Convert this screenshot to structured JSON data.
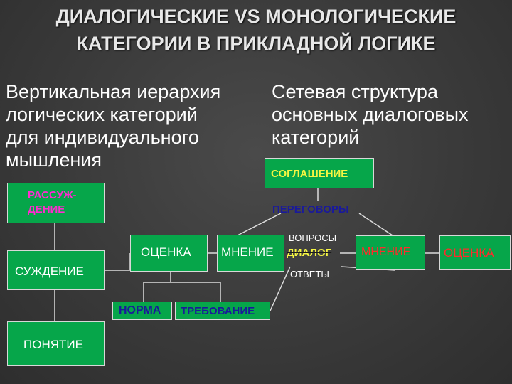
{
  "title": {
    "line1": "ДИАЛОГИЧЕСКИЕ VS МОНОЛОГИЧЕСКИЕ",
    "line2": "КАТЕГОРИИ В ПРИКЛАДНОЙ ЛОГИКЕ"
  },
  "left_heading": "Вертикальная иерархия\nлогических категорий\nдля индивидуального\nмышления",
  "right_heading": "Сетевая структура\nосновных диалоговых\nкатегорий",
  "left_tree": {
    "reasoning": "РАССУЖ-\nДЕНИЕ",
    "judgment": "СУЖДЕНИЕ",
    "concept": "ПОНЯТИЕ",
    "evaluation": "ОЦЕНКА",
    "opinion": "МНЕНИЕ",
    "norm": "НОРМА",
    "demand": "ТРЕБОВАНИЕ"
  },
  "network": {
    "agreement": "СОГЛАШЕНИЕ",
    "negotiations": "ПЕРЕГОВОРЫ",
    "questions": "ВОПРОСЫ",
    "dialogue": "ДИАЛОГ",
    "answers": "ОТВЕТЫ",
    "opinion": "МНЕНИЕ",
    "evaluation": "ОЦЕНКА"
  },
  "colors": {
    "box_fill": "#06a64a",
    "purple_text": "#ff2bd0",
    "red_text": "#ff2b2b",
    "blue_text": "#1a1a9a",
    "yellow_text": "#f5f542"
  }
}
